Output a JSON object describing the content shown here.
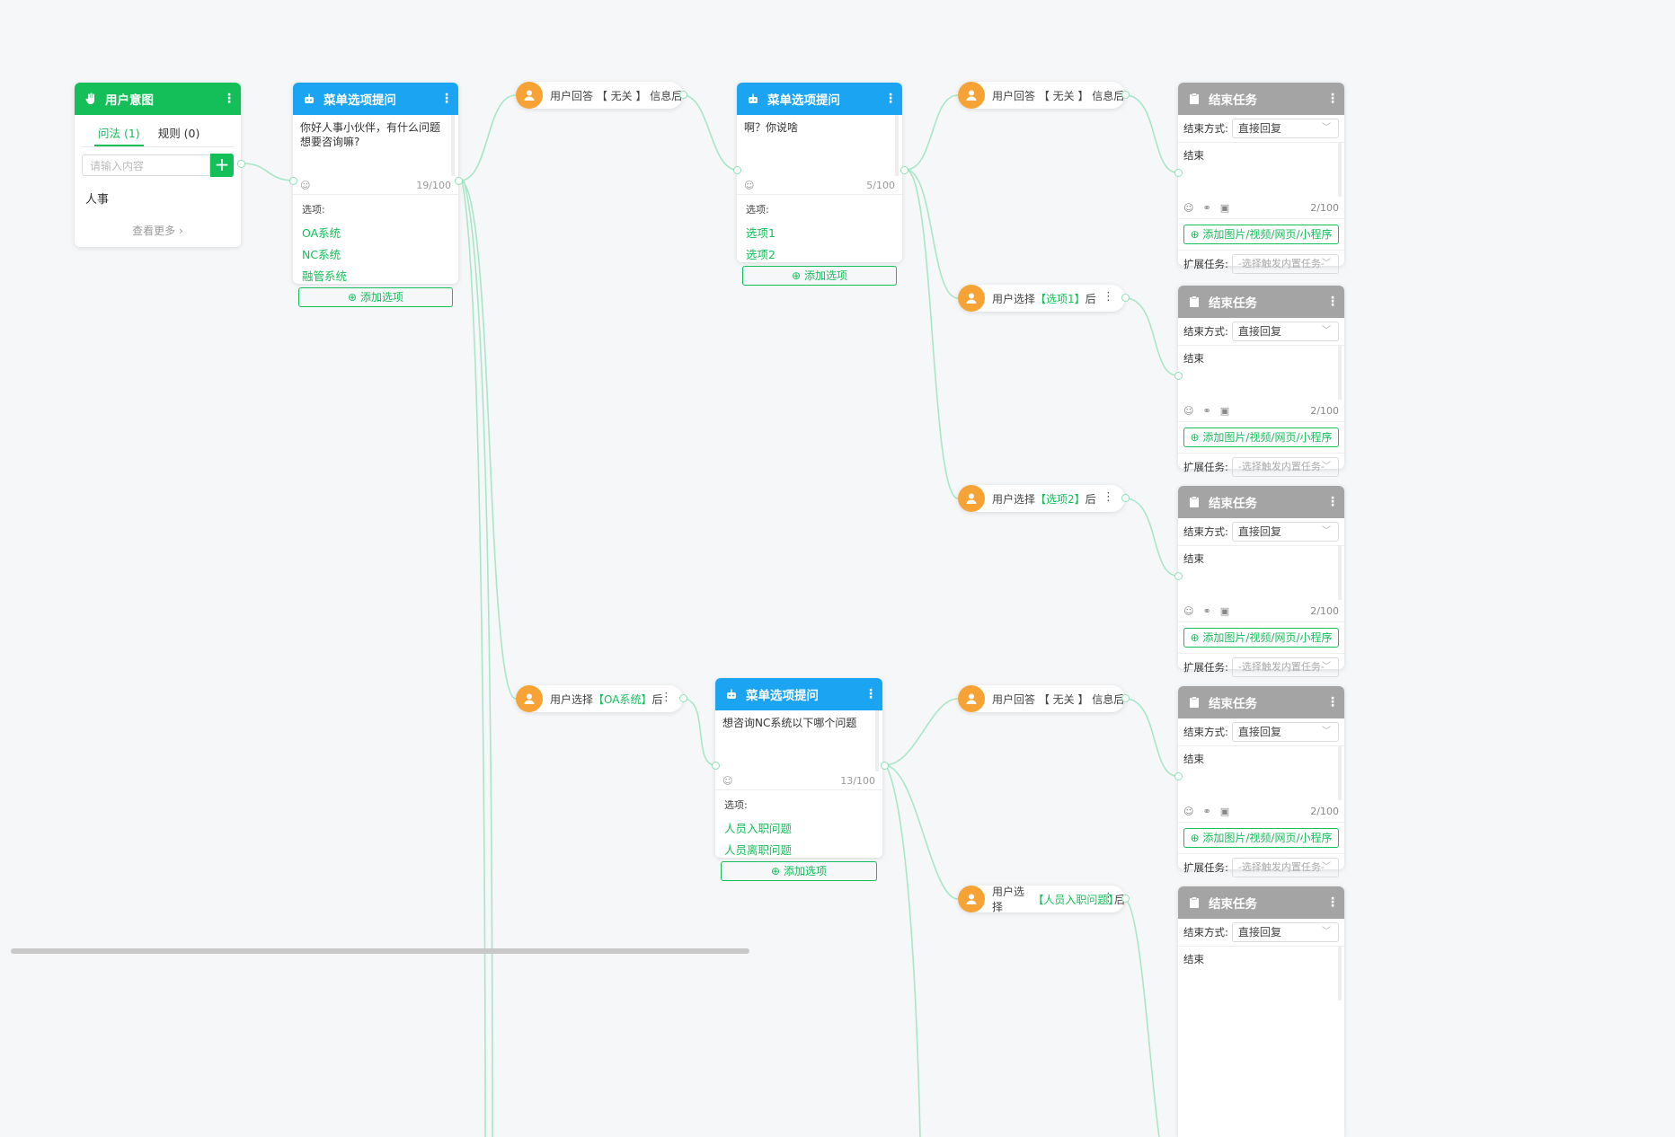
{
  "intent": {
    "title": "用户意图",
    "tab_questions": "问法 (1)",
    "tab_rules": "规则 (0)",
    "input_placeholder": "请输入内容",
    "items": [
      "人事"
    ],
    "view_more": "查看更多"
  },
  "q1": {
    "title": "菜单选项提问",
    "text": "你好人事小伙伴，有什么问题想要咨询嘛?",
    "count": "19/100",
    "options_label": "选项:",
    "options": [
      "OA系统",
      "NC系统",
      "融管系统"
    ],
    "add_option": "添加选项"
  },
  "q2": {
    "title": "菜单选项提问",
    "text": "啊？你说啥",
    "count": "5/100",
    "options_label": "选项:",
    "options": [
      "选项1",
      "选项2"
    ],
    "add_option": "添加选项"
  },
  "q3": {
    "title": "菜单选项提问",
    "text": "想咨询NC系统以下哪个问题",
    "count": "13/100",
    "options_label": "选项:",
    "options": [
      "人员入职问题",
      "人员离职问题"
    ],
    "add_option": "添加选项"
  },
  "pills": {
    "p1": {
      "pre": "用户回答 【 无关 】 信息后",
      "hl": "",
      "post": ""
    },
    "p2": {
      "pre": "用户选择",
      "hl": "【OA系统】",
      "post": "后"
    },
    "p3": {
      "pre": "用户回答 【 无关 】 信息后",
      "hl": "",
      "post": ""
    },
    "p4": {
      "pre": "用户选择",
      "hl": "【选项1】",
      "post": "后"
    },
    "p5": {
      "pre": "用户选择",
      "hl": "【选项2】",
      "post": "后"
    },
    "p6": {
      "pre": "用户回答 【 无关 】 信息后",
      "hl": "",
      "post": ""
    },
    "p7": {
      "pre": "用户选择",
      "hl": "【人员入职问题】",
      "post": "后"
    }
  },
  "end_task": {
    "title": "结束任务",
    "mode_label": "结束方式:",
    "mode_value": "直接回复",
    "text": "结束",
    "count": "2/100",
    "media_button": "添加图片/视频/网页/小程序",
    "ext_label": "扩展任务:",
    "ext_placeholder": "-选择触发内置任务-"
  },
  "colors": {
    "accent": "#14bf5a",
    "question": "#1aa4f2",
    "end": "#a4a4a4",
    "user": "#f7a234"
  },
  "icons": [
    "hand-icon",
    "robot-icon",
    "clipboard-icon",
    "user-icon",
    "more-icon",
    "emoji-icon",
    "link-icon",
    "image-icon",
    "plus-circle-icon",
    "chevron-down-icon"
  ]
}
